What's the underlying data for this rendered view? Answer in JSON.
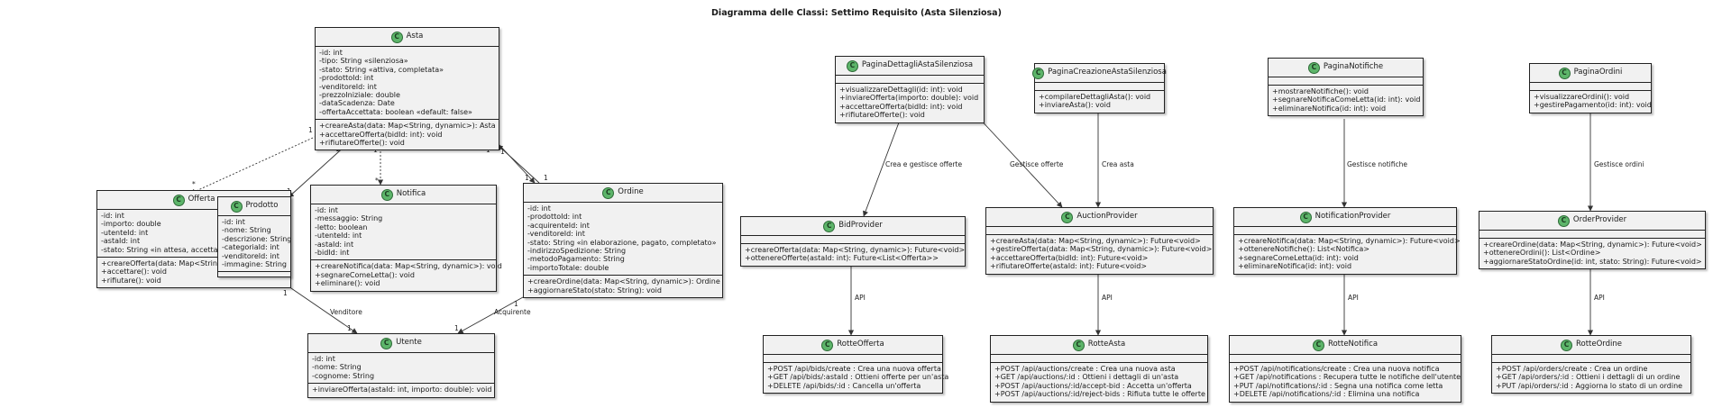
{
  "title": "Diagramma delle Classi: Settimo Requisito (Asta Silenziosa)",
  "classes": {
    "asta": {
      "name": "Asta",
      "fields": [
        "-id: int",
        "-tipo: String «silenziosa»",
        "-stato: String «attiva, completata»",
        "-prodottoId: int",
        "-venditoreId: int",
        "-prezzoIniziale: double",
        "-dataScadenza: Date",
        "-offertaAccettata: boolean «default: false»"
      ],
      "methods": [
        "+creareAsta(data: Map<String, dynamic>): Asta",
        "+accettareOfferta(bidId: int): void",
        "+rifiutareOfferte(): void"
      ]
    },
    "offerta": {
      "name": "Offerta",
      "fields": [
        "-id: int",
        "-importo: double",
        "-utenteId: int",
        "-astaId: int",
        "-stato: String «in attesa, accettata, rifiutata»"
      ],
      "methods": [
        "+creareOfferta(data: Map<String, dynamic>): void",
        "+accettare(): void",
        "+rifiutare(): void"
      ]
    },
    "prodotto": {
      "name": "Prodotto",
      "fields": [
        "-id: int",
        "-nome: String",
        "-descrizione: String",
        "-categoriaId: int",
        "-venditoreId: int",
        "-immagine: String"
      ],
      "methods": []
    },
    "notifica": {
      "name": "Notifica",
      "fields": [
        "-id: int",
        "-messaggio: String",
        "-letto: boolean",
        "-utenteId: int",
        "-astaId: int",
        "-bidId: int"
      ],
      "methods": [
        "+creareNotifica(data: Map<String, dynamic>): void",
        "+segnareComeLetta(): void",
        "+eliminare(): void"
      ]
    },
    "ordine": {
      "name": "Ordine",
      "fields": [
        "-id: int",
        "-prodottoId: int",
        "-acquirenteId: int",
        "-venditoreId: int",
        "-stato: String «in elaborazione, pagato, completato»",
        "-indirizzoSpedizione: String",
        "-metodoPagamento: String",
        "-importoTotale: double"
      ],
      "methods": [
        "+creareOrdine(data: Map<String, dynamic>): Ordine",
        "+aggiornareStato(stato: String): void"
      ]
    },
    "utente": {
      "name": "Utente",
      "fields": [
        "-id: int",
        "-nome: String",
        "-cognome: String"
      ],
      "methods": [
        "+inviareOfferta(astaId: int, importo: double): void"
      ]
    },
    "pagina_dettagli": {
      "name": "PaginaDettagliAstaSilenziosa",
      "fields": [],
      "methods": [
        "+visualizzareDettagli(id: int): void",
        "+inviareOfferta(importo: double): void",
        "+accettareOfferta(bidId: int): void",
        "+rifiutareOfferte(): void"
      ]
    },
    "pagina_creazione": {
      "name": "PaginaCreazioneAstaSilenziosa",
      "fields": [],
      "methods": [
        "+compilareDettagliAsta(): void",
        "+inviareAsta(): void"
      ]
    },
    "pagina_notifiche": {
      "name": "PaginaNotifiche",
      "fields": [],
      "methods": [
        "+mostrareNotifiche(): void",
        "+segnareNotificaComeLetta(id: int): void",
        "+eliminareNotifica(id: int): void"
      ]
    },
    "pagina_ordini": {
      "name": "PaginaOrdini",
      "fields": [],
      "methods": [
        "+visualizzareOrdini(): void",
        "+gestirePagamento(id: int): void"
      ]
    },
    "bid_provider": {
      "name": "BidProvider",
      "fields": [],
      "methods": [
        "+creareOfferta(data: Map<String, dynamic>): Future<void>",
        "+ottenereOfferte(astaId: int): Future<List<Offerta>>"
      ]
    },
    "auction_provider": {
      "name": "AuctionProvider",
      "fields": [],
      "methods": [
        "+creareAsta(data: Map<String, dynamic>): Future<void>",
        "+gestireOfferta(data: Map<String, dynamic>): Future<void>",
        "+accettareOfferta(bidId: int): Future<void>",
        "+rifiutareOfferte(astaId: int): Future<void>"
      ]
    },
    "notification_provider": {
      "name": "NotificationProvider",
      "fields": [],
      "methods": [
        "+creareNotifica(data: Map<String, dynamic>): Future<void>",
        "+ottenereNotifiche(): List<Notifica>",
        "+segnareComeLetta(id: int): void",
        "+eliminareNotifica(id: int): void"
      ]
    },
    "order_provider": {
      "name": "OrderProvider",
      "fields": [],
      "methods": [
        "+creareOrdine(data: Map<String, dynamic>): Future<void>",
        "+ottenereOrdini(): List<Ordine>",
        "+aggiornareStatoOrdine(id: int, stato: String): Future<void>"
      ]
    },
    "rotte_offerta": {
      "name": "RotteOfferta",
      "fields": [],
      "methods": [
        "+POST /api/bids/create : Crea una nuova offerta",
        "+GET /api/bids/:astaId : Ottieni offerte per un'asta",
        "+DELETE /api/bids/:id : Cancella un'offerta"
      ]
    },
    "rotte_asta": {
      "name": "RotteAsta",
      "fields": [],
      "methods": [
        "+POST /api/auctions/create : Crea una nuova asta",
        "+GET /api/auctions/:id : Ottieni i dettagli di un'asta",
        "+POST /api/auctions/:id/accept-bid : Accetta un'offerta",
        "+POST /api/auctions/:id/reject-bids : Rifiuta tutte le offerte"
      ]
    },
    "rotte_notifica": {
      "name": "RotteNotifica",
      "fields": [],
      "methods": [
        "+POST /api/notifications/create : Crea una nuova notifica",
        "+GET /api/notifications : Recupera tutte le notifiche dell'utente",
        "+PUT /api/notifications/:id : Segna una notifica come letta",
        "+DELETE /api/notifications/:id : Elimina una notifica"
      ]
    },
    "rotte_ordine": {
      "name": "RotteOrdine",
      "fields": [],
      "methods": [
        "+POST /api/orders/create : Crea un ordine",
        "+GET /api/orders/:id : Ottieni i dettagli di un ordine",
        "+PUT /api/orders/:id : Aggiorna lo stato di un ordine"
      ]
    }
  },
  "relations": {
    "asta_offerta": {
      "source_mult": "1",
      "target_mult": "*"
    },
    "asta_prodotto": {
      "source_mult": "1",
      "target_mult": "1"
    },
    "asta_notifica": {
      "source_mult": "1",
      "target_mult": "*"
    },
    "asta_ordine": {
      "source_mult": "1",
      "target_mult": "1"
    },
    "ordine_asta": {
      "source_mult": "1",
      "target_mult": "1"
    },
    "prodotto_utente": {
      "source_mult": "1",
      "target_mult": "1",
      "label": "Venditore"
    },
    "ordine_utente": {
      "source_mult": "1",
      "target_mult": "1",
      "label": "Acquirente"
    },
    "dettagli_bid": {
      "label": "Crea e gestisce offerte"
    },
    "dettagli_auction": {
      "label": "Gestisce offerte"
    },
    "creazione_auction": {
      "label": "Crea asta"
    },
    "notifiche_provider": {
      "label": "Gestisce notifiche"
    },
    "ordini_provider": {
      "label": "Gestisce ordini"
    },
    "bid_api": {
      "label": "API"
    },
    "auction_api": {
      "label": "API"
    },
    "notification_api": {
      "label": "API"
    },
    "order_api": {
      "label": "API"
    }
  }
}
